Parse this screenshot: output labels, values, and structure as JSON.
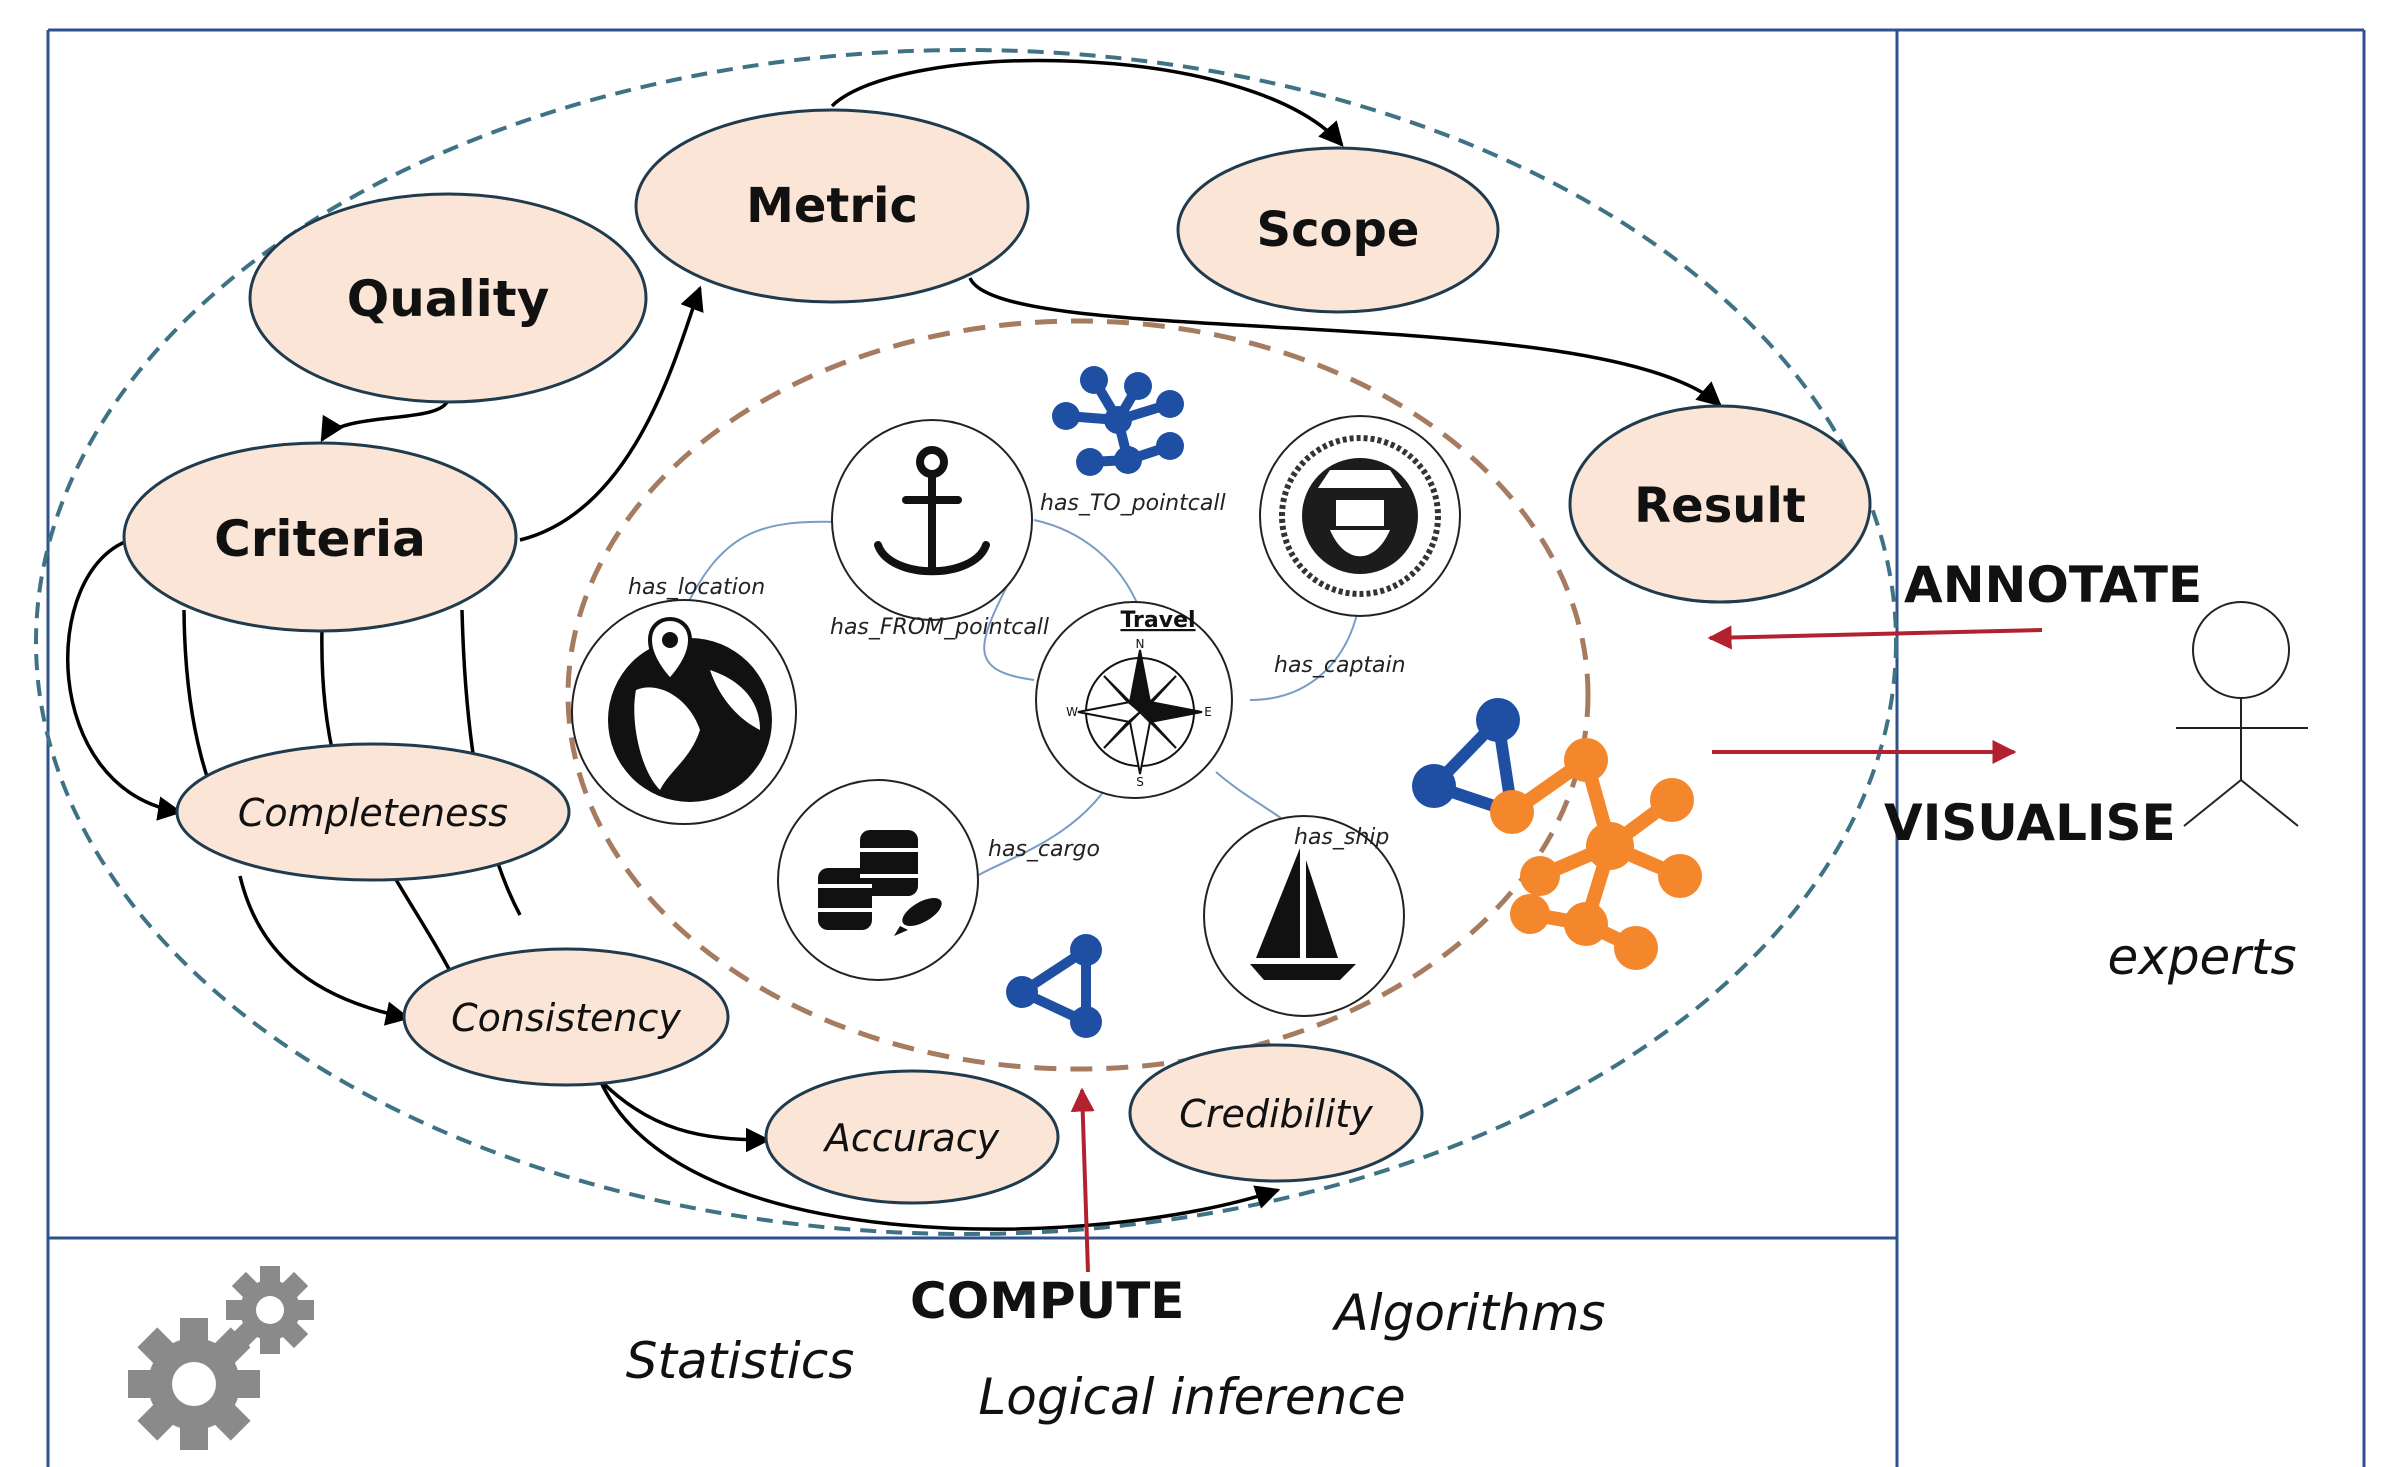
{
  "nodes": {
    "quality": "Quality",
    "metric": "Metric",
    "scope": "Scope",
    "criteria": "Criteria",
    "result": "Result",
    "completeness": "Completeness",
    "consistency": "Consistency",
    "accuracy": "Accuracy",
    "credibility": "Credibility"
  },
  "ontology": {
    "travel": "Travel",
    "has_to_pointcall": "has_TO_pointcall",
    "has_from_pointcall": "has_FROM_pointcall",
    "has_location": "has_location",
    "has_captain": "has_captain",
    "has_cargo": "has_cargo",
    "has_ship": "has_ship"
  },
  "actions": {
    "annotate": "ANNOTATE",
    "visualise": "VISUALISE",
    "compute": "COMPUTE"
  },
  "actors": {
    "experts": "experts"
  },
  "methods": {
    "statistics": "Statistics",
    "algorithms": "Algorithms",
    "logical_inference": "Logical inference"
  },
  "colors": {
    "node_fill": "#fbe5d6",
    "outer_dashed": "#3f7284",
    "inner_dashed": "#a67c61",
    "arrow_red": "#b3202f",
    "graph_blue": "#1f4fa3",
    "graph_orange": "#f4862c",
    "frame": "#2f528f",
    "gear_gray": "#8a8a8a"
  }
}
